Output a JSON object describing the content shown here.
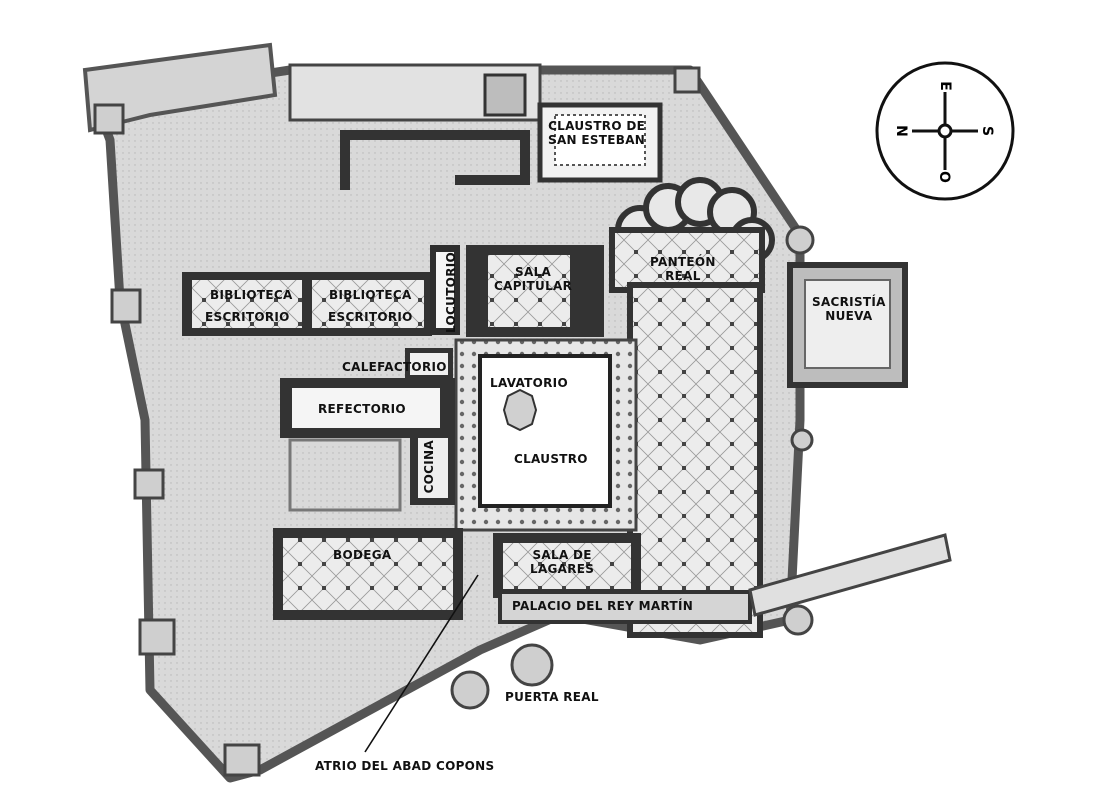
{
  "labels": {
    "claustro_san_esteban": "CLAUSTRO DE\nSAN ESTEBAN",
    "biblioteca_1": "BIBLIOTECA",
    "escritorio_1": "ESCRITORIO",
    "biblioteca_2": "BIBLIOTECA",
    "escritorio_2": "ESCRITORIO",
    "locutorio": "LOCUTORIO",
    "sala_capitular": "SALA\nCAPITULAR",
    "panteon_real": "PANTEÓN\nREAL",
    "sacristia_nueva": "SACRISTÍA\nNUEVA",
    "calefactorio": "CALEFACTORIO",
    "lavatorio": "LAVATORIO",
    "refectorio": "REFECTORIO",
    "cocina": "COCINA",
    "claustro": "CLAUSTRO",
    "bodega": "BODEGA",
    "sala_lagares": "SALA DE\nLAGARES",
    "palacio_rey_martin": "PALACIO DEL REY MARTÍN",
    "puerta_real": "PUERTA REAL",
    "atrio_abad_copons": "ATRIO DEL ABAD COPONS"
  },
  "compass": {
    "north": "N",
    "south": "S",
    "east": "E",
    "west": "O"
  },
  "colors": {
    "ground": "#dcdcdc",
    "wall": "#3a3a3a",
    "courtyard": "#ffffff",
    "ink": "#111111"
  }
}
